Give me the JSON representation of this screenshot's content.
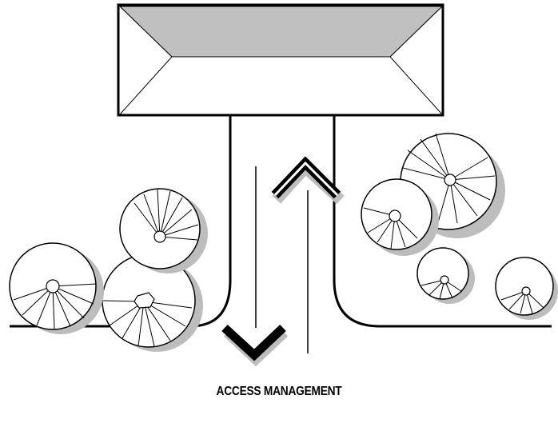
{
  "caption": "ACCESS MANAGEMENT",
  "colors": {
    "roof_top": "#c0c0c0",
    "roof_side": "#ffffff",
    "outline": "#000000",
    "shadow": "#bdbdbd",
    "tree_fill": "#ffffff",
    "background": "#ffffff"
  },
  "icons": {
    "entry_arrow": "chevron-up",
    "exit_arrow": "chevron-down"
  }
}
